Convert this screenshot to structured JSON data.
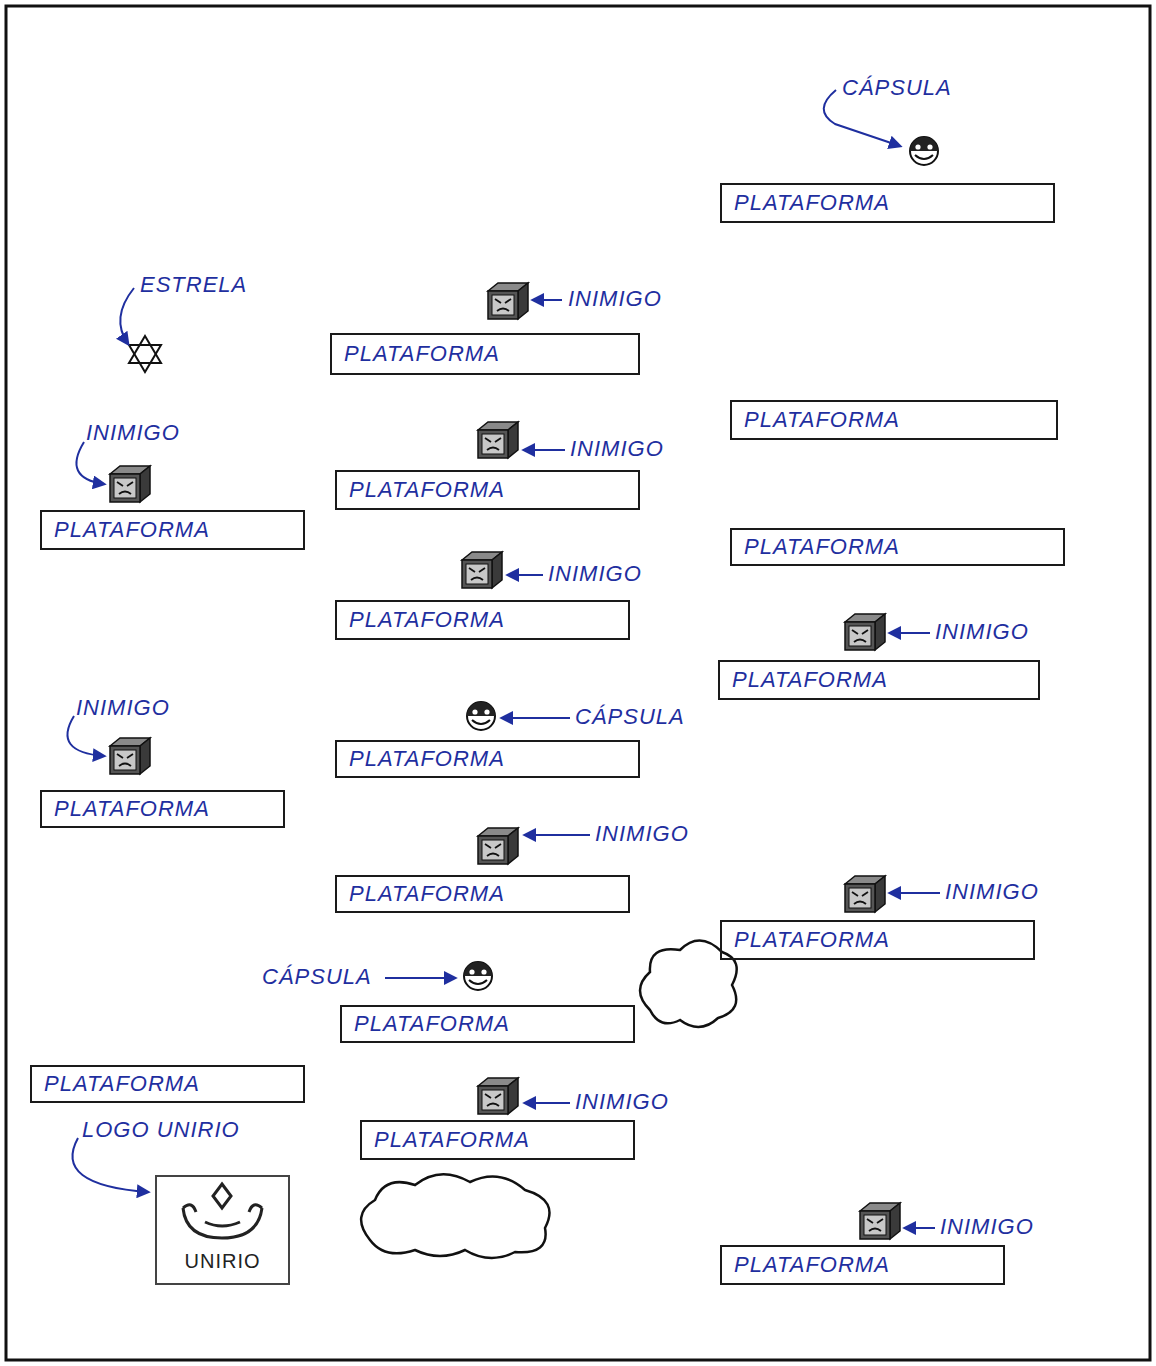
{
  "diagram": {
    "nodes": [
      {
        "text": [
          "PLATAFORMA"
        ]
      },
      {
        "text": [
          "PLATAFORMA"
        ]
      },
      {
        "text": [
          "PLATAFORMA"
        ]
      },
      {
        "text": [
          "PLATAFORMA"
        ]
      },
      {
        "text": [
          "PLATAFORMA"
        ]
      },
      {
        "text": [
          "PLATAFORMA"
        ]
      },
      {
        "text": [
          "PLATAFORMA"
        ]
      },
      {
        "text": [
          "PLATAFORMA"
        ]
      },
      {
        "text": [
          "PLATAFORMA"
        ]
      },
      {
        "text": [
          "PLATAFORMA"
        ]
      },
      {
        "text": [
          "PLATAFORMA"
        ]
      },
      {
        "text": [
          "PLATAFORMA"
        ]
      },
      {
        "text": [
          "PLATAFORMA"
        ]
      },
      {
        "text": [
          "PLATAFORMA"
        ]
      },
      {
        "text": [
          "PLATAFORMA"
        ]
      },
      {
        "text": [
          "UNIRIO"
        ]
      },
      {
        "text": [
          "PLATAFORMA"
        ]
      }
    ],
    "labels": [
      "CÁPSULA",
      "ESTRELA",
      "INIMIGO",
      "INIMIGO",
      "INIMIGO",
      "INIMIGO",
      "INIMIGO",
      "INIMIGO",
      "CÁPSULA",
      "INIMIGO",
      "INIMIGO",
      "CÁPSULA",
      "INIMIGO",
      "LOGO UNIRIO",
      "INIMIGO"
    ]
  }
}
